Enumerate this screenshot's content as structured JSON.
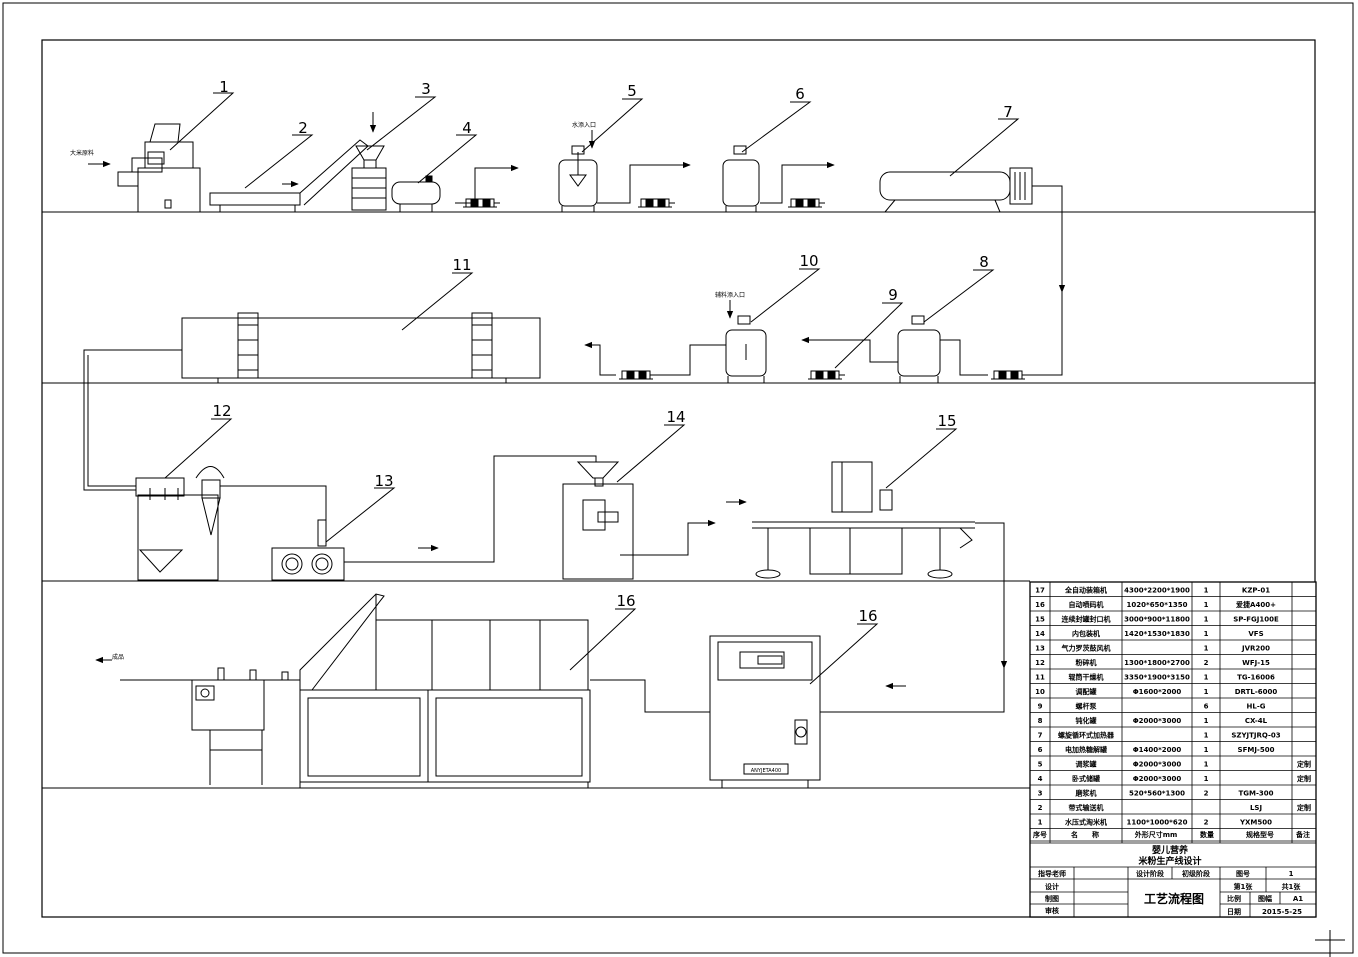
{
  "drawing": {
    "title_line1": "婴儿营养",
    "title_line2": "米粉生产线设计",
    "drawing_name": "工艺流程图",
    "input_label": "大米原料",
    "water_inlet_label": "水添入口",
    "additive_inlet_label": "辅料添入口",
    "output_label": "成品",
    "display_label": "ANYJETA400",
    "callouts": [
      "1",
      "2",
      "3",
      "4",
      "5",
      "6",
      "7",
      "8",
      "9",
      "10",
      "11",
      "12",
      "13",
      "14",
      "15",
      "16",
      "16"
    ]
  },
  "bom": {
    "headers": {
      "no": "序号",
      "name": "名　　称",
      "dims": "外形尺寸mm",
      "qty": "数量",
      "model": "规格型号",
      "note": "备注"
    },
    "rows": [
      {
        "no": "17",
        "name": "全自动装箱机",
        "dims": "4300*2200*1900",
        "qty": "1",
        "model": "KZP-01",
        "note": ""
      },
      {
        "no": "16",
        "name": "自动喷码机",
        "dims": "1020*650*1350",
        "qty": "1",
        "model": "爱捷A400+",
        "note": ""
      },
      {
        "no": "15",
        "name": "连续封罐封口机",
        "dims": "3000*900*11800",
        "qty": "1",
        "model": "SP-FGJ100E",
        "note": ""
      },
      {
        "no": "14",
        "name": "内包装机",
        "dims": "1420*1530*1830",
        "qty": "1",
        "model": "VFS",
        "note": ""
      },
      {
        "no": "13",
        "name": "气力罗茨鼓风机",
        "dims": "",
        "qty": "1",
        "model": "JVR200",
        "note": ""
      },
      {
        "no": "12",
        "name": "粉碎机",
        "dims": "1300*1800*2700",
        "qty": "2",
        "model": "WFJ-15",
        "note": ""
      },
      {
        "no": "11",
        "name": "辊筒干燥机",
        "dims": "3350*1900*3150",
        "qty": "1",
        "model": "TG-16006",
        "note": ""
      },
      {
        "no": "10",
        "name": "调配罐",
        "dims": "Φ1600*2000",
        "qty": "1",
        "model": "DRTL-6000",
        "note": ""
      },
      {
        "no": "9",
        "name": "螺杆泵",
        "dims": "",
        "qty": "6",
        "model": "HL-G",
        "note": ""
      },
      {
        "no": "8",
        "name": "钝化罐",
        "dims": "Φ2000*3000",
        "qty": "1",
        "model": "CX-4L",
        "note": ""
      },
      {
        "no": "7",
        "name": "螺旋循环式加热器",
        "dims": "",
        "qty": "1",
        "model": "SZYJTJRQ-03",
        "note": ""
      },
      {
        "no": "6",
        "name": "电加热糖解罐",
        "dims": "Φ1400*2000",
        "qty": "1",
        "model": "SFMJ-500",
        "note": ""
      },
      {
        "no": "5",
        "name": "调浆罐",
        "dims": "Φ2000*3000",
        "qty": "1",
        "model": "",
        "note": "定制"
      },
      {
        "no": "4",
        "name": "卧式储罐",
        "dims": "Φ2000*3000",
        "qty": "1",
        "model": "",
        "note": "定制"
      },
      {
        "no": "3",
        "name": "磨浆机",
        "dims": "520*560*1300",
        "qty": "2",
        "model": "TGM-300",
        "note": ""
      },
      {
        "no": "2",
        "name": "带式输送机",
        "dims": "",
        "qty": "",
        "model": "LSJ",
        "note": "定制"
      },
      {
        "no": "1",
        "name": "水压式淘米机",
        "dims": "1100*1000*620",
        "qty": "2",
        "model": "YXM500",
        "note": ""
      }
    ]
  },
  "title_block": {
    "instructor": "指导老师",
    "design_stage_label": "设计阶段",
    "design_stage_value": "初级阶段",
    "drawing_no_label": "图号",
    "drawing_no_value": "1",
    "design": "设计",
    "drafting": "制图",
    "review": "审核",
    "sheet_no": "第1张",
    "sheet_total": "共1张",
    "scale_label": "比例",
    "format_label": "图幅",
    "format_value": "A1",
    "date_label": "日期",
    "date_value": "2015-5-25"
  }
}
